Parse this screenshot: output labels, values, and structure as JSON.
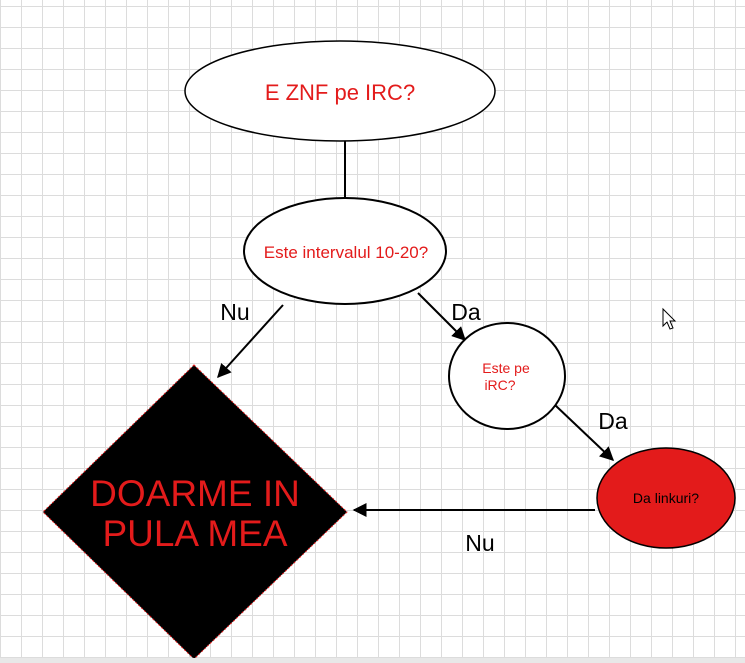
{
  "nodes": {
    "start": {
      "text": "E ZNF pe IRC?"
    },
    "interval_check": {
      "text": "Este intervalul 10-20?"
    },
    "on_irc_check": {
      "line1": "Este pe",
      "line2": "iRC?"
    },
    "links_check": {
      "text": "Da linkuri?"
    },
    "outcome": {
      "line1": "DOARME IN",
      "line2": "PULA MEA"
    }
  },
  "edges": {
    "interval_no": "Nu",
    "interval_yes": "Da",
    "irc_yes": "Da",
    "links_no": "Nu"
  },
  "colors": {
    "text_red": "#e31b1b",
    "fill_red": "#e31b1b",
    "diamond_fill": "#000000",
    "grid": "#dcdcdc"
  }
}
